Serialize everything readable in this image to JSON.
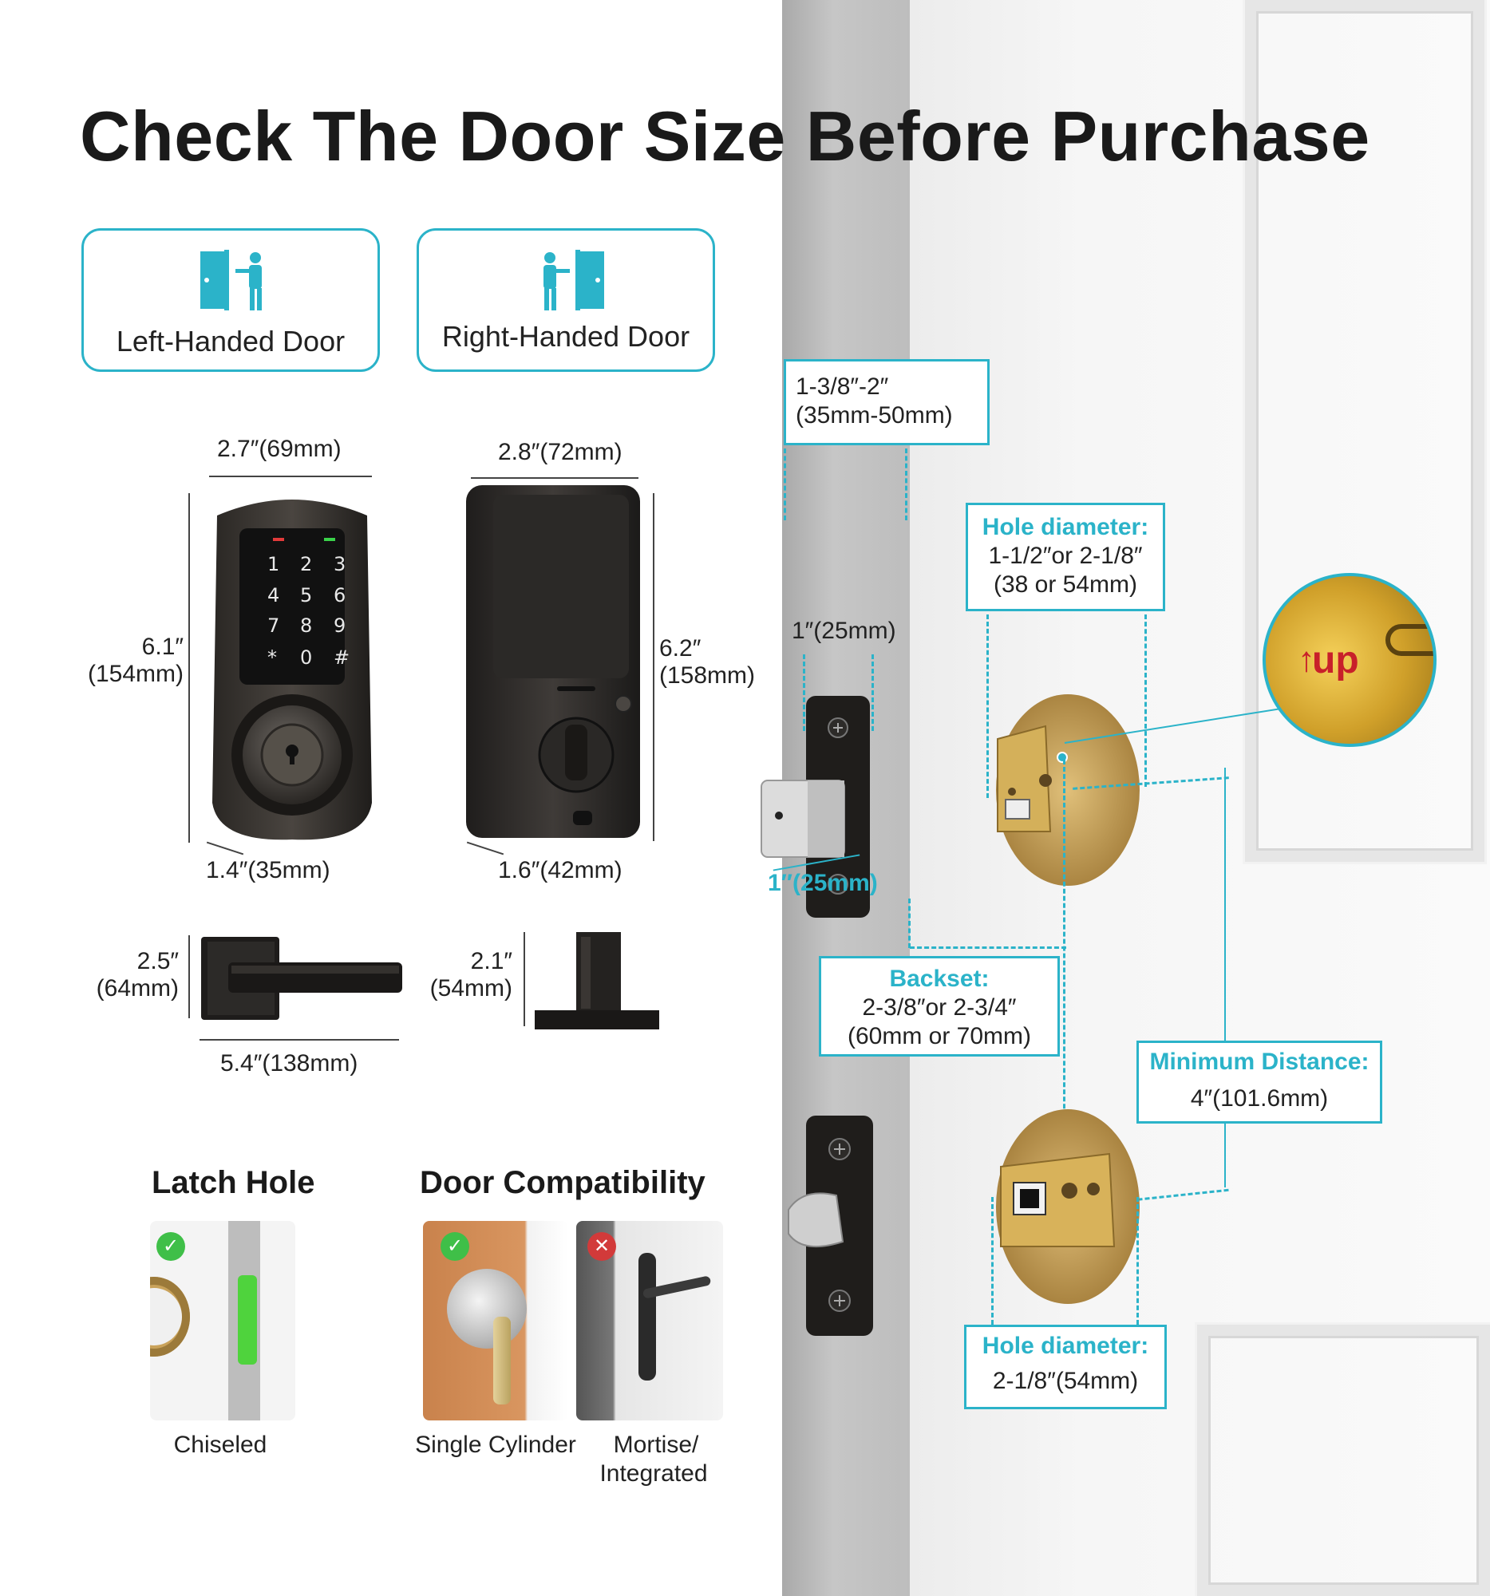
{
  "title": "Check The Door Size Before Purchase",
  "door_handing": {
    "left": {
      "label": "Left-Handed Door",
      "icon": "left-handed-door-icon"
    },
    "right": {
      "label": "Right-Handed Door",
      "icon": "right-handed-door-icon"
    }
  },
  "exterior_keypad": {
    "width": "2.7″(69mm)",
    "height_in": "6.1″",
    "height_mm": "(154mm)",
    "depth": "1.4″(35mm)",
    "keys": [
      "1",
      "2",
      "3",
      "4",
      "5",
      "6",
      "7",
      "8",
      "9",
      "*",
      "0",
      "#"
    ]
  },
  "interior_assembly": {
    "width": "2.8″(72mm)",
    "height_in": "6.2″",
    "height_mm": "(158mm)",
    "depth": "1.6″(42mm)"
  },
  "lever_handle": {
    "height_in": "2.5″",
    "height_mm": "(64mm)",
    "length": "5.4″(138mm)",
    "projection_in": "2.1″",
    "projection_mm": "(54mm)"
  },
  "door_dimensions": {
    "thickness_line1": "1-3/8″-2″",
    "thickness_line2": "(35mm-50mm)",
    "latch_width": "1″(25mm)",
    "latch_depth": "1″(25mm)",
    "upper_hole": {
      "heading": "Hole diameter:",
      "line1": "1-1/2″or 2-1/8″",
      "line2": "(38 or 54mm)"
    },
    "backset": {
      "heading": "Backset:",
      "line1": "2-3/8″or 2-3/4″",
      "line2": "(60mm or 70mm)"
    },
    "min_distance": {
      "heading": "Minimum Distance:",
      "line1": "4″(101.6mm)"
    },
    "lower_hole": {
      "heading": "Hole diameter:",
      "line1": "2-1/8″(54mm)"
    },
    "up_marker": "up"
  },
  "latch_hole": {
    "title": "Latch Hole",
    "caption": "Chiseled",
    "status": "check"
  },
  "door_compatibility": {
    "title": "Door Compatibility",
    "items": [
      {
        "caption": "Single Cylinder",
        "status": "check"
      },
      {
        "caption_line1": "Mortise/",
        "caption_line2": "Integrated",
        "status": "cross"
      }
    ]
  },
  "colors": {
    "accent": "#2bb3c9",
    "ok": "#3fbf48",
    "no": "#d23a3a",
    "brass": "#c9a25a"
  }
}
